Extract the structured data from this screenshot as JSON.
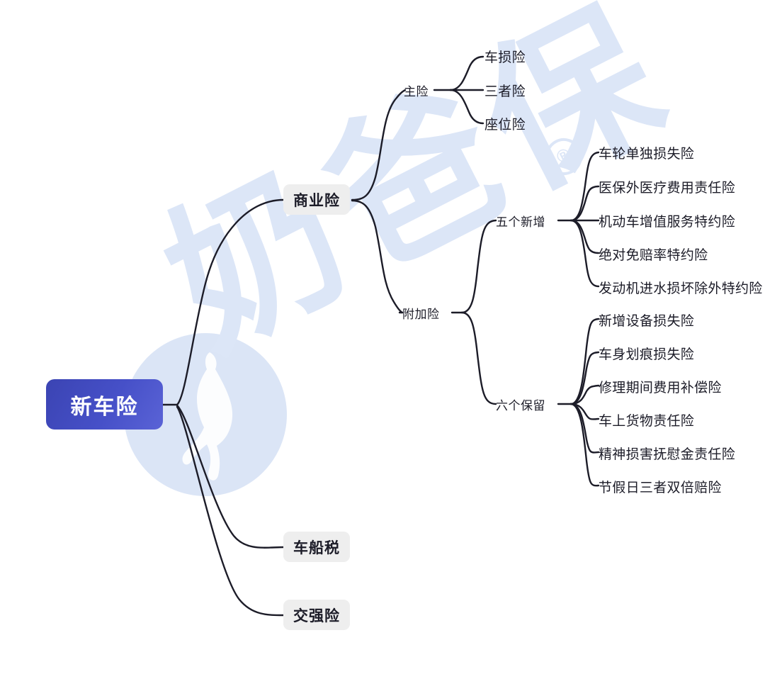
{
  "diagram": {
    "type": "mind-map",
    "title": "新车险",
    "watermark": {
      "text": "奶爸保",
      "registered_mark": "®"
    },
    "root": {
      "label": "新车险"
    },
    "level2": [
      {
        "label": "商业险"
      },
      {
        "label": "车船税"
      },
      {
        "label": "交强险"
      }
    ],
    "level3": [
      {
        "label": "主险"
      },
      {
        "label": "附加险"
      }
    ],
    "main_insurance_items": [
      {
        "label": "车损险"
      },
      {
        "label": "三者险"
      },
      {
        "label": "座位险"
      }
    ],
    "additional_groups": [
      {
        "label": "五个新增"
      },
      {
        "label": "六个保留"
      }
    ],
    "five_new_items": [
      {
        "label": "车轮单独损失险"
      },
      {
        "label": "医保外医疗费用责任险"
      },
      {
        "label": "机动车增值服务特约险"
      },
      {
        "label": "绝对免赔率特约险"
      },
      {
        "label": "发动机进水损坏除外特约险"
      }
    ],
    "six_retained_items": [
      {
        "label": "新增设备损失险"
      },
      {
        "label": "车身划痕损失险"
      },
      {
        "label": "修理期间费用补偿险"
      },
      {
        "label": "车上货物责任险"
      },
      {
        "label": "精神损害抚慰金责任险"
      },
      {
        "label": "节假日三者双倍赔险"
      }
    ],
    "colors": {
      "root_bg": "#4650c8",
      "node_bg": "#eeeeee",
      "line": "#1c1c28",
      "text": "#1c1c28",
      "watermark": "#dce6f7",
      "background": "#ffffff"
    }
  }
}
